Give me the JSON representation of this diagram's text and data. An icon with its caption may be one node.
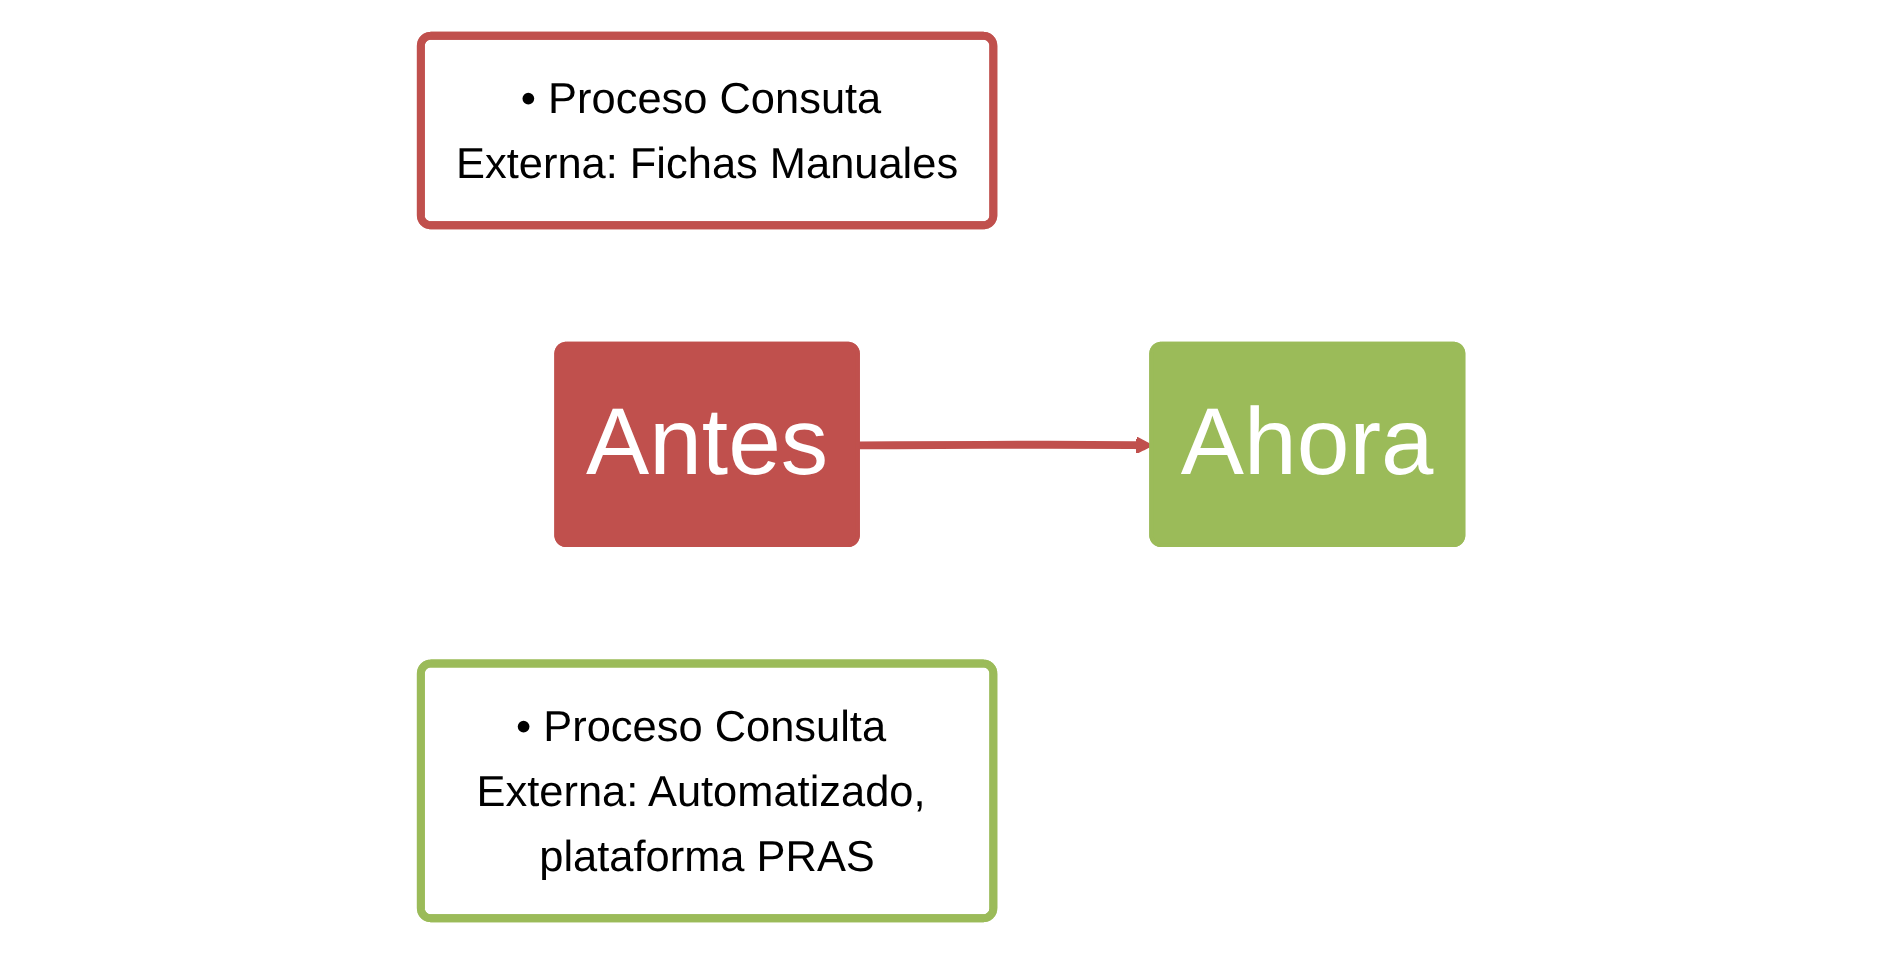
{
  "diagram": {
    "nodes": [
      {
        "text": [
          "• Proceso Consuta Externa: Fichas Manuales"
        ]
      },
      {
        "text": [
          "Antes"
        ]
      },
      {
        "text": [
          "Ahora"
        ]
      },
      {
        "text": [
          "• Proceso Consulta Externa: Automatizado, plataforma PRAS"
        ]
      }
    ],
    "edges": [
      {
        "from": 1,
        "to": 2,
        "arrow": "to"
      }
    ]
  }
}
